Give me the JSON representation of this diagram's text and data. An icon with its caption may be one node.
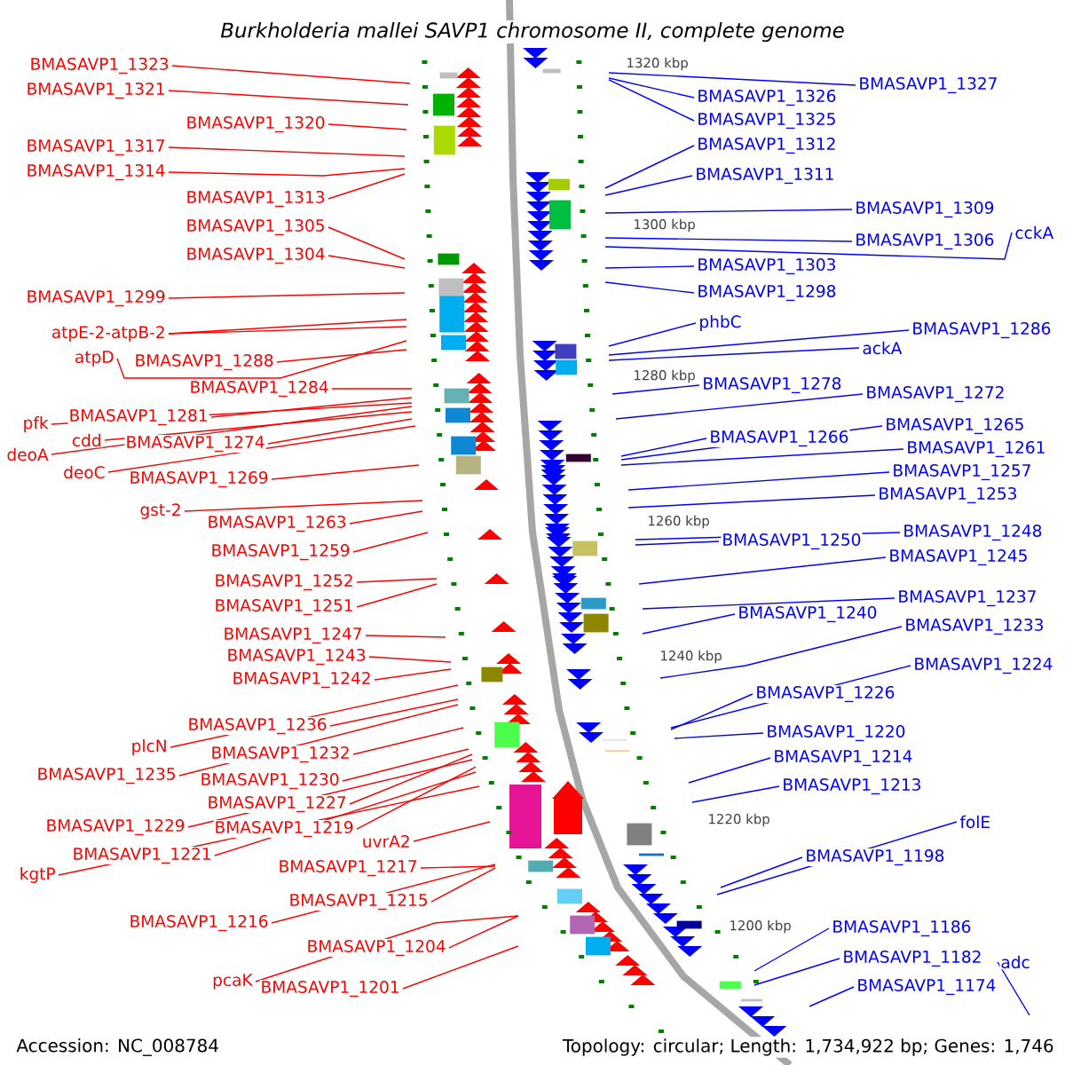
{
  "diagram": {
    "title": "Burkholderia mallei SAVP1 chromosome II, complete genome",
    "nodes": [
      {
        "text": [
          "BMASAVP1_1323"
        ]
      },
      {
        "text": [
          "BMASAVP1_1321"
        ]
      },
      {
        "text": [
          "BMASAVP1_1320"
        ]
      },
      {
        "text": [
          "BMASAVP1_1317"
        ]
      },
      {
        "text": [
          "BMASAVP1_1314"
        ]
      },
      {
        "text": [
          "BMASAVP1_1313"
        ]
      },
      {
        "text": [
          "BMASAVP1_1305"
        ]
      },
      {
        "text": [
          "BMASAVP1_1304"
        ]
      },
      {
        "text": [
          "BMASAVP1_1299"
        ]
      },
      {
        "text": [
          "atpE-2-atpB-2"
        ]
      },
      {
        "text": [
          "atpD"
        ]
      },
      {
        "text": [
          "BMASAVP1_1288"
        ]
      },
      {
        "text": [
          "BMASAVP1_1284"
        ]
      },
      {
        "text": [
          "pfk"
        ]
      },
      {
        "text": [
          "BMASAVP1_1281"
        ]
      },
      {
        "text": [
          "cdd"
        ]
      },
      {
        "text": [
          "BMASAVP1_1274"
        ]
      },
      {
        "text": [
          "deoA"
        ]
      },
      {
        "text": [
          "deoC"
        ]
      },
      {
        "text": [
          "BMASAVP1_1269"
        ]
      },
      {
        "text": [
          "gst-2"
        ]
      },
      {
        "text": [
          "BMASAVP1_1263"
        ]
      },
      {
        "text": [
          "BMASAVP1_1259"
        ]
      },
      {
        "text": [
          "BMASAVP1_1252"
        ]
      },
      {
        "text": [
          "BMASAVP1_1251"
        ]
      },
      {
        "text": [
          "BMASAVP1_1247"
        ]
      },
      {
        "text": [
          "BMASAVP1_1243"
        ]
      },
      {
        "text": [
          "BMASAVP1_1242"
        ]
      },
      {
        "text": [
          "BMASAVP1_1236"
        ]
      },
      {
        "text": [
          "plcN"
        ]
      },
      {
        "text": [
          "BMASAVP1_1232"
        ]
      },
      {
        "text": [
          "BMASAVP1_1235"
        ]
      },
      {
        "text": [
          "BMASAVP1_1230"
        ]
      },
      {
        "text": [
          "BMASAVP1_1227"
        ]
      },
      {
        "text": [
          "BMASAVP1_1229"
        ]
      },
      {
        "text": [
          "BMASAVP1_1219"
        ]
      },
      {
        "text": [
          "uvrA2"
        ]
      },
      {
        "text": [
          "BMASAVP1_1221"
        ]
      },
      {
        "text": [
          "kgtP"
        ]
      },
      {
        "text": [
          "BMASAVP1_1217"
        ]
      },
      {
        "text": [
          "BMASAVP1_1216"
        ]
      },
      {
        "text": [
          "BMASAVP1_1215"
        ]
      },
      {
        "text": [
          "BMASAVP1_1204"
        ]
      },
      {
        "text": [
          "pcaK"
        ]
      },
      {
        "text": [
          "BMASAVP1_1201"
        ]
      },
      {
        "text": [
          "BMASAVP1_1327"
        ]
      },
      {
        "text": [
          "BMASAVP1_1326"
        ]
      },
      {
        "text": [
          "BMASAVP1_1325"
        ]
      },
      {
        "text": [
          "BMASAVP1_1312"
        ]
      },
      {
        "text": [
          "BMASAVP1_1311"
        ]
      },
      {
        "text": [
          "BMASAVP1_1309"
        ]
      },
      {
        "text": [
          "BMASAVP1_1306"
        ]
      },
      {
        "text": [
          "cckA"
        ]
      },
      {
        "text": [
          "BMASAVP1_1303"
        ]
      },
      {
        "text": [
          "BMASAVP1_1298"
        ]
      },
      {
        "text": [
          "phbC"
        ]
      },
      {
        "text": [
          "BMASAVP1_1286"
        ]
      },
      {
        "text": [
          "ackA"
        ]
      },
      {
        "text": [
          "BMASAVP1_1278"
        ]
      },
      {
        "text": [
          "BMASAVP1_1272"
        ]
      },
      {
        "text": [
          "BMASAVP1_1266"
        ]
      },
      {
        "text": [
          "BMASAVP1_1265"
        ]
      },
      {
        "text": [
          "BMASAVP1_1261"
        ]
      },
      {
        "text": [
          "BMASAVP1_1257"
        ]
      },
      {
        "text": [
          "BMASAVP1_1253"
        ]
      },
      {
        "text": [
          "BMASAVP1_1250"
        ]
      },
      {
        "text": [
          "BMASAVP1_1248"
        ]
      },
      {
        "text": [
          "BMASAVP1_1245"
        ]
      },
      {
        "text": [
          "BMASAVP1_1237"
        ]
      },
      {
        "text": [
          "BMASAVP1_1240"
        ]
      },
      {
        "text": [
          "BMASAVP1_1233"
        ]
      },
      {
        "text": [
          "BMASAVP1_1224"
        ]
      },
      {
        "text": [
          "BMASAVP1_1226"
        ]
      },
      {
        "text": [
          "BMASAVP1_1220"
        ]
      },
      {
        "text": [
          "BMASAVP1_1214"
        ]
      },
      {
        "text": [
          "BMASAVP1_1213"
        ]
      },
      {
        "text": [
          "folE"
        ]
      },
      {
        "text": [
          "BMASAVP1_1198"
        ]
      },
      {
        "text": [
          "BMASAVP1_1186"
        ]
      },
      {
        "text": [
          "BMASAVP1_1182"
        ]
      },
      {
        "text": [
          "adc"
        ]
      },
      {
        "text": [
          "BMASAVP1_1174"
        ]
      }
    ],
    "edges": [
      {
        "from": 0,
        "to": null,
        "arrow": "none"
      },
      {
        "from": 1,
        "to": null,
        "arrow": "none"
      },
      {
        "from": 2,
        "to": null,
        "arrow": "none"
      },
      {
        "from": 3,
        "to": null,
        "arrow": "none"
      },
      {
        "from": 4,
        "to": null,
        "arrow": "none"
      },
      {
        "from": 5,
        "to": null,
        "arrow": "none"
      },
      {
        "from": 6,
        "to": null,
        "arrow": "none"
      },
      {
        "from": 7,
        "to": null,
        "arrow": "none"
      },
      {
        "from": 8,
        "to": null,
        "arrow": "none"
      },
      {
        "from": 9,
        "to": null,
        "arrow": "none"
      },
      {
        "from": 9,
        "to": null,
        "arrow": "none"
      },
      {
        "from": 10,
        "to": null,
        "arrow": "none"
      },
      {
        "from": 11,
        "to": null,
        "arrow": "none"
      },
      {
        "from": 12,
        "to": null,
        "arrow": "none"
      },
      {
        "from": 13,
        "to": null,
        "arrow": "none"
      },
      {
        "from": 14,
        "to": null,
        "arrow": "none"
      },
      {
        "from": 15,
        "to": null,
        "arrow": "none"
      },
      {
        "from": 16,
        "to": null,
        "arrow": "none"
      },
      {
        "from": 17,
        "to": null,
        "arrow": "none"
      },
      {
        "from": 18,
        "to": null,
        "arrow": "none"
      },
      {
        "from": 19,
        "to": null,
        "arrow": "none"
      },
      {
        "from": 20,
        "to": null,
        "arrow": "none"
      },
      {
        "from": 21,
        "to": null,
        "arrow": "none"
      },
      {
        "from": 22,
        "to": null,
        "arrow": "none"
      },
      {
        "from": 23,
        "to": null,
        "arrow": "none"
      },
      {
        "from": 24,
        "to": null,
        "arrow": "none"
      },
      {
        "from": 25,
        "to": null,
        "arrow": "none"
      },
      {
        "from": 26,
        "to": null,
        "arrow": "none"
      },
      {
        "from": 27,
        "to": null,
        "arrow": "none"
      },
      {
        "from": 28,
        "to": null,
        "arrow": "none"
      },
      {
        "from": 29,
        "to": null,
        "arrow": "none"
      },
      {
        "from": 30,
        "to": null,
        "arrow": "none"
      },
      {
        "from": 31,
        "to": null,
        "arrow": "none"
      },
      {
        "from": 32,
        "to": null,
        "arrow": "none"
      },
      {
        "from": 33,
        "to": null,
        "arrow": "none"
      },
      {
        "from": 34,
        "to": null,
        "arrow": "none"
      },
      {
        "from": 35,
        "to": null,
        "arrow": "none"
      },
      {
        "from": 36,
        "to": null,
        "arrow": "none"
      },
      {
        "from": 37,
        "to": null,
        "arrow": "none"
      },
      {
        "from": 38,
        "to": null,
        "arrow": "none"
      },
      {
        "from": 39,
        "to": null,
        "arrow": "none"
      },
      {
        "from": 40,
        "to": null,
        "arrow": "none"
      },
      {
        "from": 41,
        "to": null,
        "arrow": "none"
      },
      {
        "from": 42,
        "to": null,
        "arrow": "none"
      },
      {
        "from": 43,
        "to": null,
        "arrow": "none"
      },
      {
        "from": 44,
        "to": null,
        "arrow": "none"
      },
      {
        "from": 45,
        "to": null,
        "arrow": "none",
        "color": "#0000ff"
      },
      {
        "from": 46,
        "to": null,
        "arrow": "none",
        "color": "#0000ff"
      },
      {
        "from": 47,
        "to": null,
        "arrow": "none",
        "color": "#0000ff"
      },
      {
        "from": 48,
        "to": null,
        "arrow": "none",
        "color": "#0000ff"
      },
      {
        "from": 49,
        "to": null,
        "arrow": "none",
        "color": "#0000ff"
      },
      {
        "from": 50,
        "to": null,
        "arrow": "none",
        "color": "#0000ff"
      },
      {
        "from": 51,
        "to": null,
        "arrow": "none",
        "color": "#0000ff"
      },
      {
        "from": 52,
        "to": null,
        "arrow": "none",
        "color": "#0000ff"
      },
      {
        "from": 53,
        "to": null,
        "arrow": "none",
        "color": "#0000ff"
      },
      {
        "from": 54,
        "to": null,
        "arrow": "none",
        "color": "#0000ff"
      },
      {
        "from": 55,
        "to": null,
        "arrow": "none",
        "color": "#0000ff"
      },
      {
        "from": 56,
        "to": null,
        "arrow": "none",
        "color": "#0000ff"
      },
      {
        "from": 57,
        "to": null,
        "arrow": "none",
        "color": "#0000ff"
      },
      {
        "from": 58,
        "to": null,
        "arrow": "none",
        "color": "#0000ff"
      },
      {
        "from": 59,
        "to": null,
        "arrow": "none",
        "color": "#0000ff"
      },
      {
        "from": 60,
        "to": null,
        "arrow": "none",
        "color": "#0000ff"
      },
      {
        "from": 61,
        "to": null,
        "arrow": "none",
        "color": "#0000ff"
      },
      {
        "from": 62,
        "to": null,
        "arrow": "none",
        "color": "#0000ff"
      },
      {
        "from": 63,
        "to": null,
        "arrow": "none",
        "color": "#0000ff"
      },
      {
        "from": 64,
        "to": null,
        "arrow": "none",
        "color": "#0000ff"
      },
      {
        "from": 65,
        "to": null,
        "arrow": "none",
        "color": "#0000ff"
      },
      {
        "from": 66,
        "to": null,
        "arrow": "none",
        "color": "#0000ff"
      },
      {
        "from": 67,
        "to": null,
        "arrow": "none",
        "color": "#0000ff"
      },
      {
        "from": 68,
        "to": null,
        "arrow": "none",
        "color": "#0000ff"
      },
      {
        "from": 69,
        "to": null,
        "arrow": "none",
        "color": "#0000ff"
      },
      {
        "from": 70,
        "to": null,
        "arrow": "none",
        "color": "#0000ff"
      },
      {
        "from": 71,
        "to": null,
        "arrow": "none",
        "color": "#0000ff"
      },
      {
        "from": 72,
        "to": null,
        "arrow": "none",
        "color": "#0000ff"
      },
      {
        "from": 73,
        "to": null,
        "arrow": "none",
        "color": "#0000ff"
      },
      {
        "from": 74,
        "to": null,
        "arrow": "none",
        "color": "#0000ff"
      },
      {
        "from": 75,
        "to": null,
        "arrow": "none",
        "color": "#0000ff"
      },
      {
        "from": 76,
        "to": null,
        "arrow": "none",
        "color": "#0000ff"
      },
      {
        "from": 77,
        "to": null,
        "arrow": "none",
        "color": "#0000ff"
      },
      {
        "from": 78,
        "to": null,
        "arrow": "none",
        "color": "#0000ff"
      },
      {
        "from": 79,
        "to": null,
        "arrow": "none",
        "color": "#0000ff"
      },
      {
        "from": 80,
        "to": null,
        "arrow": "none",
        "color": "#0000ff"
      },
      {
        "from": 81,
        "to": null,
        "arrow": "none",
        "color": "#0000ff"
      }
    ],
    "labels": [
      "1320 kbp",
      "1300 kbp",
      "1280 kbp",
      "1260 kbp",
      "1240 kbp",
      "1220 kbp",
      "1200 kbp",
      "Accession: NC_008784",
      "Topology: circular; Length: 1,734,922 bp; Genes: 1,746"
    ]
  }
}
